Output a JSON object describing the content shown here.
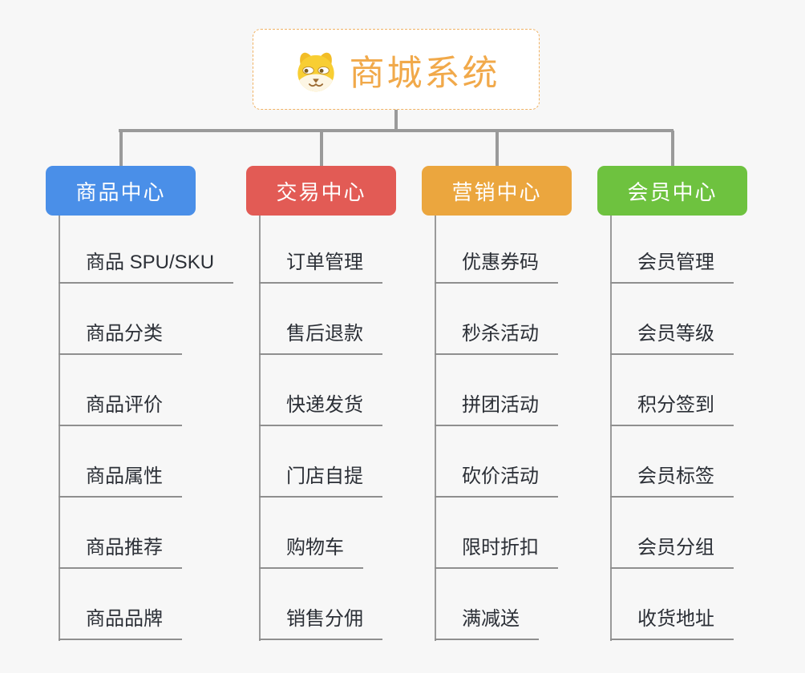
{
  "root": {
    "title": "商城系统",
    "icon": "dog-face-icon"
  },
  "branches": [
    {
      "label": "商品中心",
      "color": "#4a8fe8",
      "items": [
        "商品 SPU/SKU",
        "商品分类",
        "商品评价",
        "商品属性",
        "商品推荐",
        "商品品牌"
      ]
    },
    {
      "label": "交易中心",
      "color": "#e25b55",
      "items": [
        "订单管理",
        "售后退款",
        "快递发货",
        "门店自提",
        "购物车",
        "销售分佣"
      ]
    },
    {
      "label": "营销中心",
      "color": "#eba63e",
      "items": [
        "优惠券码",
        "秒杀活动",
        "拼团活动",
        "砍价活动",
        "限时折扣",
        "满减送"
      ]
    },
    {
      "label": "会员中心",
      "color": "#6ec23f",
      "items": [
        "会员管理",
        "会员等级",
        "积分签到",
        "会员标签",
        "会员分组",
        "收货地址"
      ]
    }
  ],
  "palette": {
    "background": "#f7f7f7",
    "connector_line": "#9a9a9a",
    "leaf_underline": "#8f8f8f",
    "leaf_text": "#2b2f36",
    "root_border": "#f0b264",
    "root_title": "#f1a94a"
  }
}
